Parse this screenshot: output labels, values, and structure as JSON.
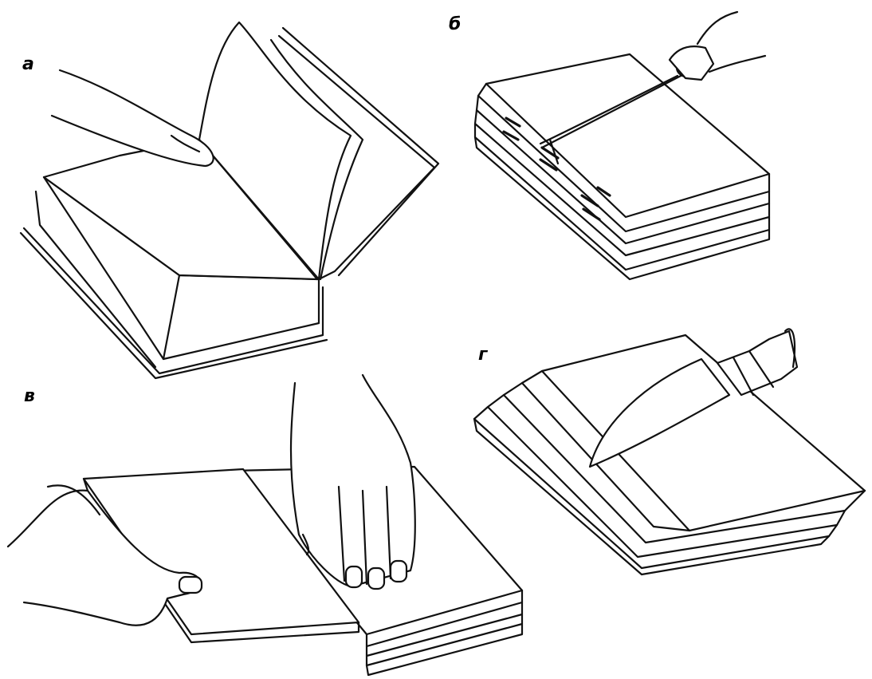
{
  "panels": {
    "a": {
      "label": "а"
    },
    "b": {
      "label": "б"
    },
    "v": {
      "label": "в"
    },
    "g": {
      "label": "г"
    }
  }
}
